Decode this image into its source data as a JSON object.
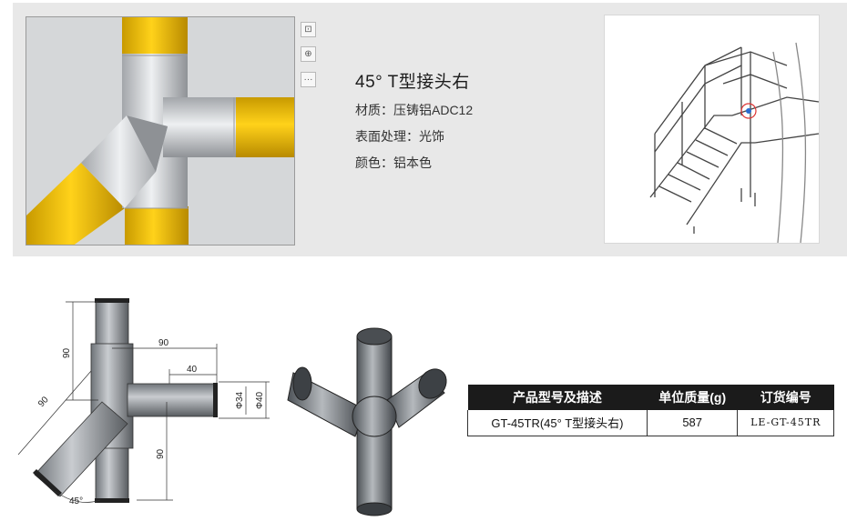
{
  "product": {
    "title": "45° T型接头右",
    "material": "材质：压铸铝ADC12",
    "surface": "表面处理：光饰",
    "color": "颜色：铝本色"
  },
  "viewer": {
    "tools": [
      {
        "name": "fit-view-icon",
        "glyph": "⊡"
      },
      {
        "name": "zoom-icon",
        "glyph": "⊕"
      },
      {
        "name": "more-icon",
        "glyph": "···"
      }
    ],
    "colors": {
      "tube": "#e8b800",
      "body": "#c4c7cb"
    }
  },
  "drawing": {
    "dims": {
      "top_90": "90",
      "left_90": "90",
      "diag_90": "90",
      "bottom_90": "90",
      "len_40": "40",
      "dia_34": "Φ34",
      "dia_40": "Φ40",
      "angle": "45°"
    }
  },
  "table": {
    "headers": [
      "产品型号及描述",
      "单位质量(g)",
      "订货编号"
    ],
    "rows": [
      [
        "GT-45TR(45°  T型接头右)",
        "587",
        "LE-GT-45TR"
      ]
    ]
  }
}
